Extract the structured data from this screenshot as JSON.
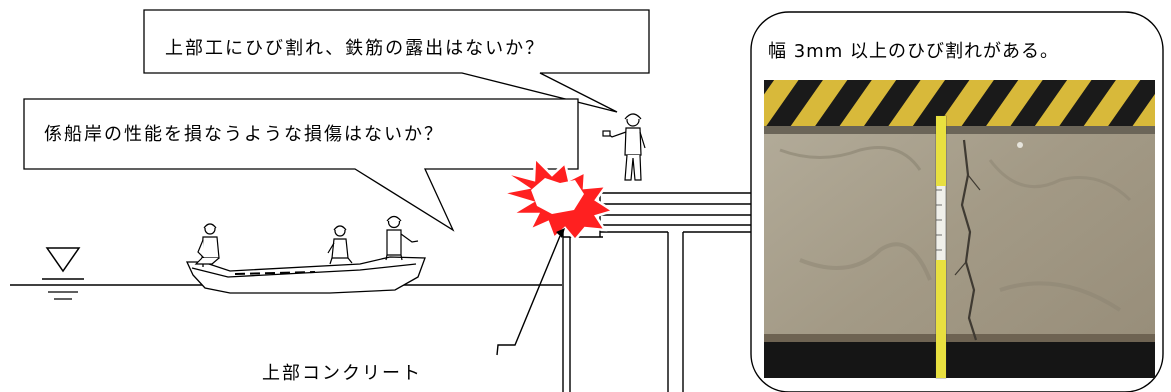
{
  "callouts": {
    "top": "上部工にひび割れ、鉄筋の露出はないか？",
    "left": "係船岸の性能を損なうような損傷はないか？",
    "concrete_label": "上部コンクリート"
  },
  "photo_panel": {
    "caption": "幅 3mm 以上のひび割れがある。"
  },
  "colors": {
    "ink": "#000000",
    "burst_fill": "#ff2020",
    "hazard_yellow": "#e0c02a",
    "concrete": "#a59c8a"
  }
}
